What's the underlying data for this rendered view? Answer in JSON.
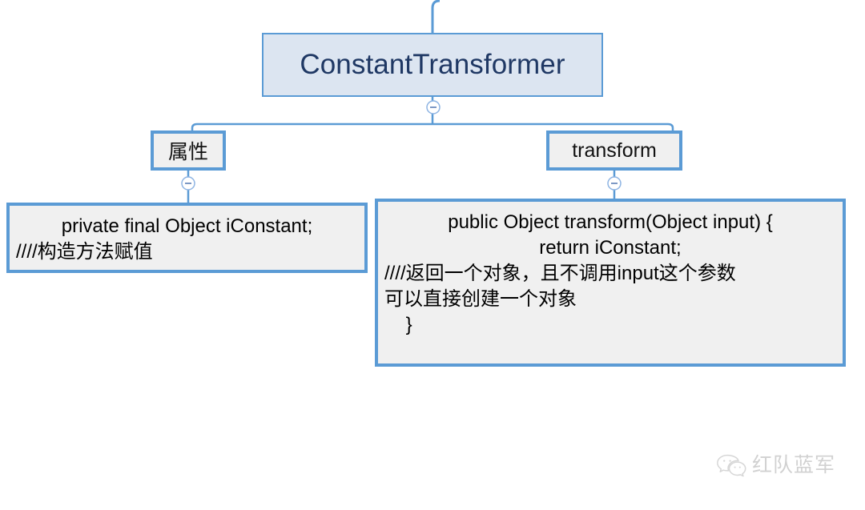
{
  "diagram": {
    "type": "mindmap",
    "root": {
      "label": "ConstantTransformer",
      "fill": "#dce5f1",
      "border": "#5b9bd5",
      "text_color": "#1f3864",
      "collapse_icon": "minus-circle-icon"
    },
    "branches": [
      {
        "id": "attributes",
        "label": "属性",
        "fill": "#f0f0f0",
        "border": "#5b9bd5",
        "collapse_icon": "minus-circle-icon",
        "leaf": {
          "id": "attributes-code",
          "lines": [
            {
              "text": "private final Object iConstant;",
              "align": "center"
            },
            {
              "text": "////构造方法赋值",
              "align": "left"
            }
          ]
        }
      },
      {
        "id": "transform",
        "label": "transform",
        "fill": "#f0f0f0",
        "border": "#5b9bd5",
        "collapse_icon": "minus-circle-icon",
        "leaf": {
          "id": "transform-code",
          "lines": [
            {
              "text": "public Object transform(Object input) {",
              "align": "center"
            },
            {
              "text": "return iConstant;",
              "align": "center"
            },
            {
              "text": "////返回一个对象，且不调用input这个参数",
              "align": "left"
            },
            {
              "text": "可以直接创建一个对象",
              "align": "left"
            },
            {
              "text": "    }",
              "align": "left"
            }
          ]
        }
      }
    ]
  },
  "watermark": {
    "icon": "wechat-icon",
    "text": "红队蓝军",
    "color": "#c9c9c9"
  }
}
